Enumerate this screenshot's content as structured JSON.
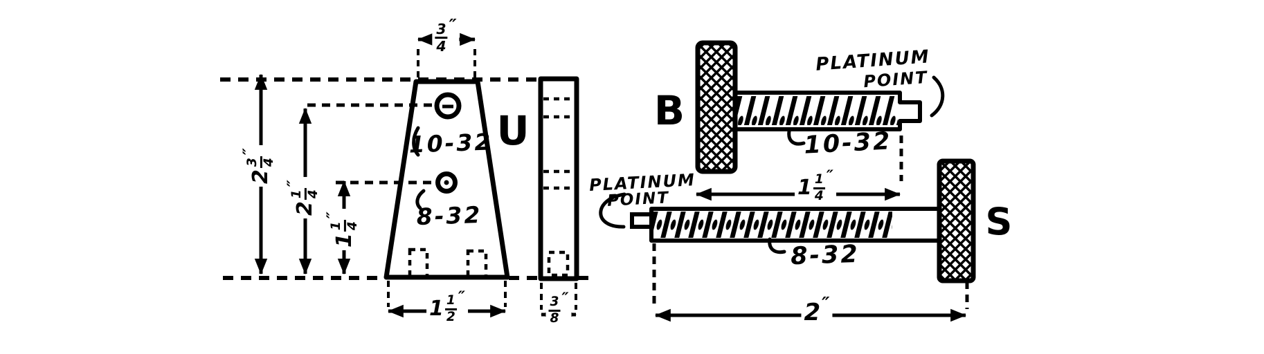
{
  "letters": {
    "front_view": "U",
    "binding_post": "B",
    "set_screw": "S"
  },
  "annotations": {
    "platinum_upper": {
      "line1": "PLATINUM",
      "line2": "POINT"
    },
    "platinum_lower": {
      "line1": "PLATINUM",
      "line2": "POINT"
    },
    "hole_upper_thread": "10-32",
    "hole_lower_thread": "8-32",
    "b_screw_thread": "10-32",
    "s_screw_thread": "8-32"
  },
  "dimensions": {
    "top_width": {
      "whole": "",
      "num": "3",
      "den": "4",
      "unit": "″"
    },
    "overall_height": {
      "whole": "2",
      "num": "3",
      "den": "4",
      "unit": "″"
    },
    "upper_hole_height": {
      "whole": "2",
      "num": "1",
      "den": "4",
      "unit": "″"
    },
    "lower_hole_height": {
      "whole": "1",
      "num": "1",
      "den": "4",
      "unit": "″"
    },
    "base_width": {
      "whole": "1",
      "num": "1",
      "den": "2",
      "unit": "″"
    },
    "side_thickness": {
      "whole": "",
      "num": "3",
      "den": "8",
      "unit": "″"
    },
    "b_screw_length": {
      "whole": "1",
      "num": "1",
      "den": "4",
      "unit": "″"
    },
    "s_screw_length": {
      "whole": "2",
      "num": "",
      "den": "",
      "unit": "″"
    }
  },
  "colors": {
    "ink": "#000000",
    "paper": "#ffffff"
  }
}
